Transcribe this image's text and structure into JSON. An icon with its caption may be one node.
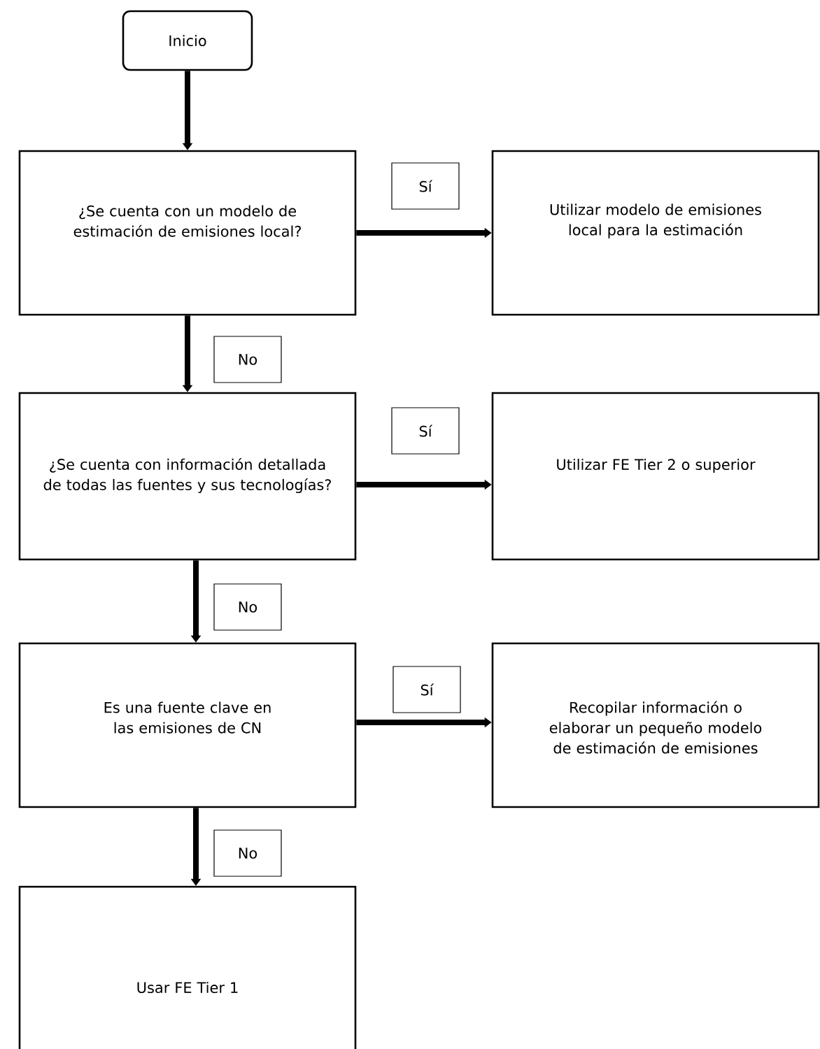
{
  "diagram": {
    "nodes": [
      {
        "text": [
          "Inicio"
        ]
      },
      {
        "text": [
          "¿Se cuenta con un modelo de estimación de emisiones local?"
        ]
      },
      {
        "text": [
          "Utilizar modelo de emisiones local para la estimación"
        ]
      },
      {
        "text": [
          "¿Se cuenta con información detallada de todas las fuentes y sus tecnologías?"
        ]
      },
      {
        "text": [
          "Utilizar FE Tier 2 o superior"
        ]
      },
      {
        "text": [
          "Es una fuente clave en las emisiones de CN"
        ]
      },
      {
        "text": [
          "Recopilar información o elaborar un pequeño modelo de estimación de emisiones"
        ]
      },
      {
        "text": [
          "Usar FE Tier 1"
        ]
      }
    ],
    "edges": [
      {
        "from": 0,
        "to": 1,
        "arrow": "to"
      },
      {
        "from": 1,
        "to": 2,
        "arrow": "to",
        "label": "Sí"
      },
      {
        "from": 1,
        "to": 3,
        "arrow": "to",
        "label": "No"
      },
      {
        "from": 3,
        "to": 4,
        "arrow": "to",
        "label": "Sí"
      },
      {
        "from": 3,
        "to": 5,
        "arrow": "to",
        "label": "No"
      },
      {
        "from": 5,
        "to": 6,
        "arrow": "to",
        "label": "Sí"
      },
      {
        "from": 5,
        "to": 7,
        "arrow": "to",
        "label": "No"
      }
    ]
  }
}
